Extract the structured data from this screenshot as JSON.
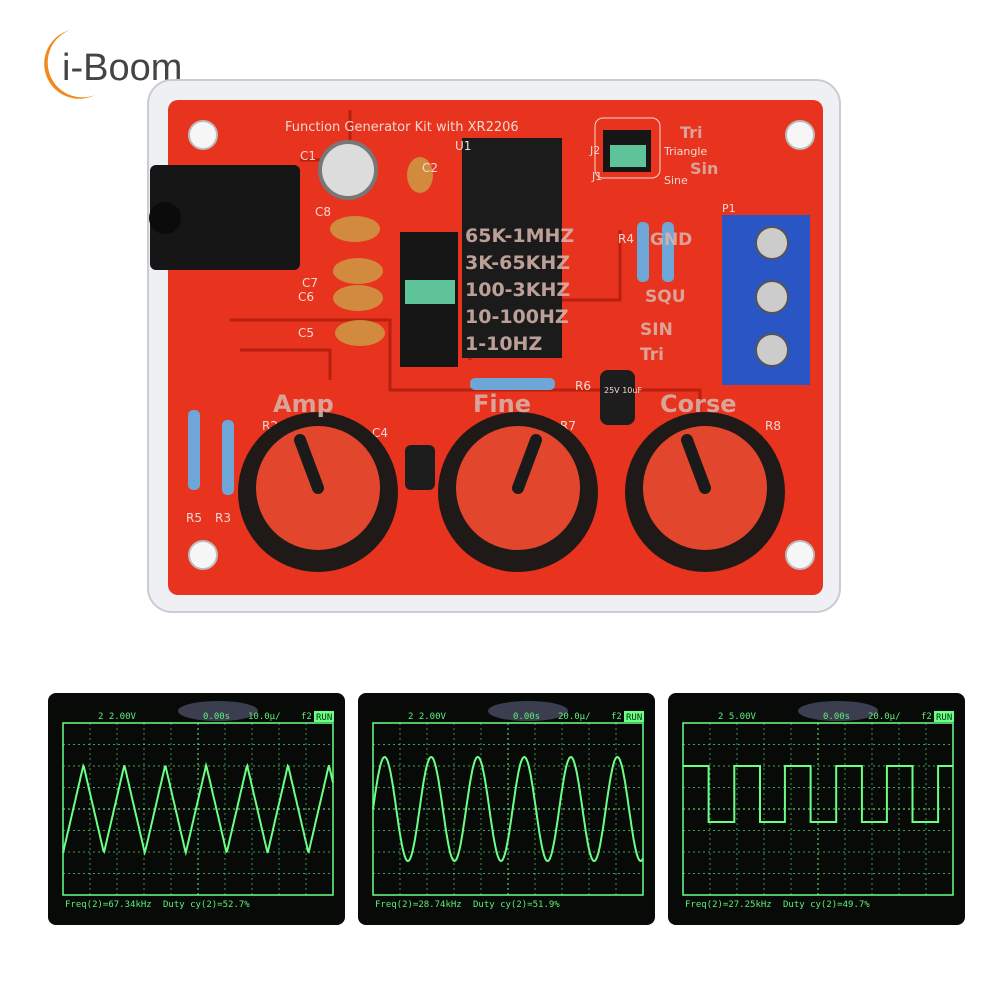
{
  "logo": {
    "text": "i-Boom",
    "accent": "#f08a1c"
  },
  "board": {
    "title": "Function Generator Kit with XR2206",
    "pcb_color": "#e8331e",
    "labels": {
      "c1": "C1",
      "c2": "C2",
      "c5": "C5",
      "c6": "C6",
      "c7": "C7",
      "c8": "C8",
      "c4": "C4",
      "u1": "U1",
      "j1": "J1",
      "j2": "J2",
      "r2": "R2",
      "r3": "R3",
      "r4": "R4",
      "r5": "R5",
      "r6": "R6",
      "r7": "R7",
      "r8": "R8",
      "p1": "P1",
      "tri": "Tri",
      "triangle": "Triangle",
      "sin": "Sin",
      "sine": "Sine",
      "gnd": "GND",
      "squ": "SQU",
      "sin_out": "SIN",
      "tri_out": "Tri",
      "cap_rating": "25V 10uF"
    },
    "ranges": [
      "65K-1MHZ",
      "3K-65KHZ",
      "100-3KHZ",
      "10-100HZ",
      "1-10HZ"
    ],
    "knobs": [
      {
        "label": "Amp"
      },
      {
        "label": "Fine"
      },
      {
        "label": "Corse"
      }
    ]
  },
  "scopes": [
    {
      "volts": "2 2.00V",
      "time": "0.00s",
      "timebase": "10.0µ/",
      "trigger": "f2",
      "status": "RUN",
      "freq": "Freq(2)=67.34kHz",
      "duty": "Duty cy(2)=52.7%",
      "waveform": "triangle",
      "cycles": 6.6
    },
    {
      "volts": "2 2.00V",
      "time": "0.00s",
      "timebase": "20.0µ/",
      "trigger": "f2",
      "status": "RUN",
      "freq": "Freq(2)=28.74kHz",
      "duty": "Duty cy(2)=51.9%",
      "waveform": "sine",
      "cycles": 5.8
    },
    {
      "volts": "2 5.00V",
      "time": "0.00s",
      "timebase": "20.0µ/",
      "trigger": "f2",
      "status": "RUN",
      "freq": "Freq(2)=27.25kHz",
      "duty": "Duty cy(2)=49.7%",
      "waveform": "square",
      "cycles": 5.3
    }
  ],
  "trace_color": "#6cff86"
}
